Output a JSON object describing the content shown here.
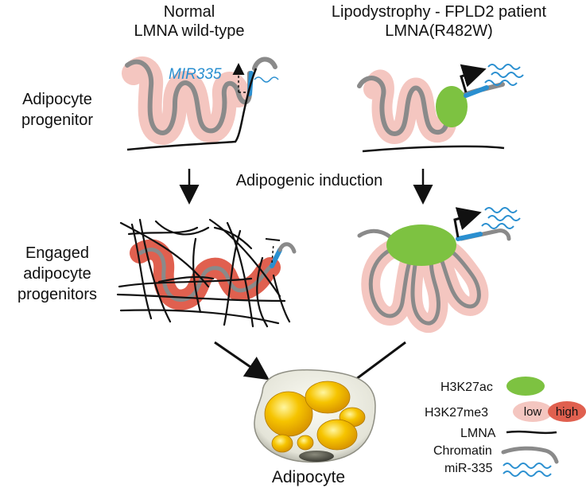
{
  "columns": {
    "left": {
      "line1": "Normal",
      "line2": "LMNA wild-type"
    },
    "right": {
      "line1": "Lipodystrophy - FPLD2 patient",
      "line2": "LMNA(R482W)"
    }
  },
  "rows": {
    "row1": {
      "line1": "Adipocyte",
      "line2": "progenitor"
    },
    "row2": {
      "line1": "Engaged",
      "line2": "adipocyte",
      "line3": "progenitors"
    }
  },
  "gene_label": "MIR335",
  "induction_label": "Adipogenic induction",
  "result_label": "Adipocyte",
  "legend": {
    "h3k27ac": "H3K27ac",
    "h3k27me3": "H3K27me3",
    "low": "low",
    "high": "high",
    "lmna": "LMNA",
    "chromatin": "Chromatin",
    "mir335": "miR-335"
  },
  "colors": {
    "h3k27ac_green": "#7dc241",
    "h3k27me3_low": "#f4c6c0",
    "h3k27me3_high": "#e0604f",
    "chromatin_gray": "#8a8a8a",
    "gene_blue": "#2a8fd0",
    "lipid_yellow": "#f6c400"
  }
}
